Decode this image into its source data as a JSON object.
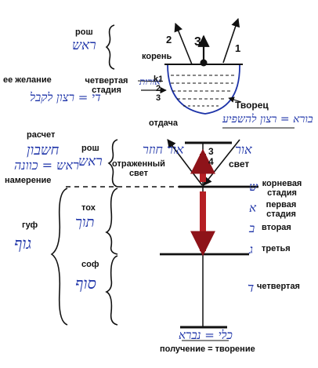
{
  "labels": {
    "rosh_top": "рош",
    "koren": "корень",
    "ee_zhelanie": "ее желание",
    "chetvertaya_stadiya": "четвертая стадия",
    "tvorets": "Творец",
    "otdacha": "отдача",
    "raschet": "расчет",
    "namerenie": "намерение",
    "rosh_mid": "рош",
    "otrazhenny_svet": "отраженный свет",
    "svet": "свет",
    "kornevaya_stadiya": "корневая стадия",
    "pervaya_stadiya": "первая стадия",
    "vtoraya": "вторая",
    "tretya": "третья",
    "chetvertaya": "четвертая",
    "guf": "гуф",
    "toh": "тох",
    "sof": "соф",
    "poluchenie": "получение = творение"
  },
  "hebrew": {
    "rosh_top": "ראש",
    "ohr_vessel": "אורות",
    "desire_stage": "די = רצון לקבל",
    "tvorets": "בורא = רצון להשפיע",
    "cheshbon": "חשבון",
    "kavana": "ראש = כוונה",
    "ohr_chozer": "אור חוזר",
    "ohr": "אור",
    "toch": "תוך",
    "guf": "גוף",
    "sof": "סוף",
    "kli": "כלי = נברא",
    "letter_shoresh": "ש",
    "letter_alef": "א",
    "letter_bet": "ב",
    "letter_gimel": "ג",
    "letter_dalet": "ד"
  },
  "numbers": {
    "arrow_1": "1",
    "arrow_2": "2",
    "arrow_3": "3",
    "row_k1": "k1",
    "row_2": "2",
    "row_3": "3",
    "screen_3": "3",
    "screen_4": "4"
  },
  "colors": {
    "ink": "#111111",
    "hebrew_ink": "#1d33a8",
    "column": "#b51f24",
    "vessel": "#1d33a8"
  }
}
